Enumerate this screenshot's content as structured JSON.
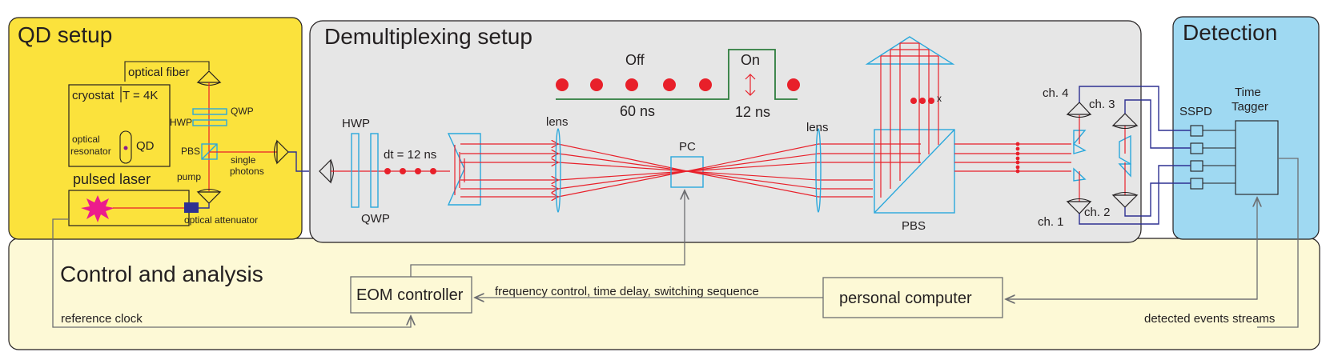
{
  "panels": {
    "qd_setup": "QD setup",
    "demux": "Demultiplexing setup",
    "detection": "Detection",
    "control": "Control and analysis"
  },
  "qd": {
    "optical_fiber": "optical fiber",
    "cryostat": "cryostat",
    "temperature": "T = 4K",
    "qwp": "QWP",
    "hwp": "HWP",
    "optical": "optical",
    "resonator": "resonator",
    "qd": "QD",
    "pbs": "PBS",
    "single": "single",
    "photons": "photons",
    "pump": "pump",
    "pulsed_laser": "pulsed laser",
    "optical_attenuator": "optical attenuator"
  },
  "demux": {
    "hwp": "HWP",
    "qwp": "QWP",
    "dt": "dt = 12 ns",
    "lens_left": "lens",
    "pc": "PC",
    "lens_right": "lens",
    "pbs": "PBS",
    "off": "Off",
    "on": "On",
    "off_duration": "60 ns",
    "on_duration": "12 ns",
    "x_mark": "x"
  },
  "detection": {
    "ch1": "ch. 1",
    "ch2": "ch. 2",
    "ch3": "ch. 3",
    "ch4": "ch. 4",
    "sspd": "SSPD",
    "time": "Time",
    "tagger": "Tagger"
  },
  "control": {
    "eom_controller": "EOM controller",
    "personal_computer": "personal computer",
    "freq_control": "frequency control, time delay, switching sequence",
    "reference_clock": "reference clock",
    "detected_events": "detected events streams"
  },
  "colors": {
    "qd_panel": "#fbe23c",
    "demux_panel": "#e6e6e6",
    "detection_panel": "#9fd9f2",
    "control_panel": "#fdf9d6",
    "beam": "#e8202a",
    "optics": "#2aa8dc",
    "laser_burst": "#ec1c8c",
    "fiber": "#2e3192"
  }
}
